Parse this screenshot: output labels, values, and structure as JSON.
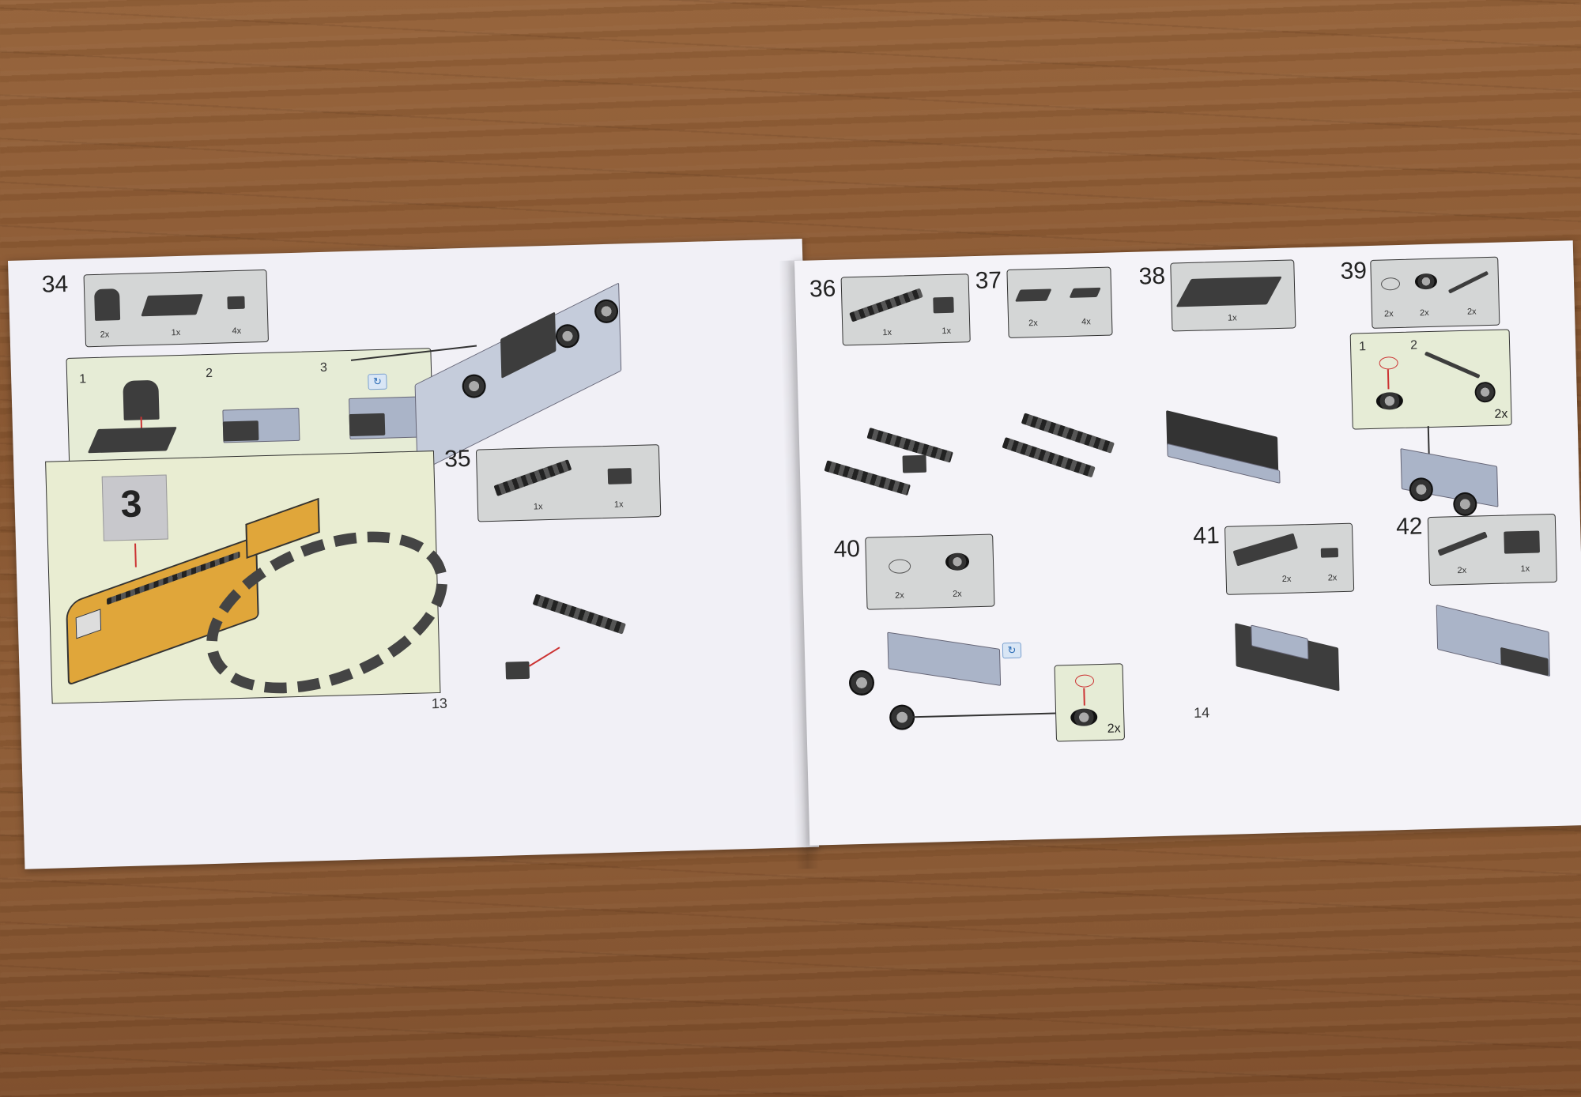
{
  "left_page": {
    "page_number": "13",
    "step_34": {
      "number": "34",
      "parts": [
        {
          "qty": "2x"
        },
        {
          "qty": "1x"
        },
        {
          "qty": "4x"
        }
      ],
      "substeps": [
        "1",
        "2",
        "3"
      ]
    },
    "step_35": {
      "number": "35",
      "parts": [
        {
          "qty": "1x"
        },
        {
          "qty": "1x"
        }
      ]
    },
    "bag_panel": {
      "bag_number": "3"
    }
  },
  "right_page": {
    "page_number": "14",
    "step_36": {
      "number": "36",
      "parts": [
        {
          "qty": "1x"
        },
        {
          "qty": "1x"
        }
      ]
    },
    "step_37": {
      "number": "37",
      "parts": [
        {
          "qty": "2x"
        },
        {
          "qty": "4x"
        }
      ]
    },
    "step_38": {
      "number": "38",
      "parts": [
        {
          "qty": "1x"
        }
      ]
    },
    "step_39": {
      "number": "39",
      "parts": [
        {
          "qty": "2x"
        },
        {
          "qty": "2x"
        },
        {
          "qty": "2x"
        }
      ],
      "substeps": [
        "1",
        "2"
      ],
      "sub_multiplier": "2x"
    },
    "step_40": {
      "number": "40",
      "parts": [
        {
          "qty": "2x"
        },
        {
          "qty": "2x"
        }
      ],
      "sub_multiplier": "2x"
    },
    "step_41": {
      "number": "41",
      "parts": [
        {
          "qty": "2x"
        },
        {
          "qty": "2x"
        }
      ]
    },
    "step_42": {
      "number": "42",
      "parts": [
        {
          "qty": "2x"
        },
        {
          "qty": "1x"
        }
      ]
    }
  },
  "colors": {
    "page": "#f1f0f6",
    "table_wood": "#8a5a32",
    "part_box": "#d4d6d6",
    "set_panel": "#e9edd2",
    "train_yellow": "#e0a63a",
    "arrow_red": "#cc3333"
  },
  "icons": [
    "rotate-icon",
    "arrow-icon"
  ]
}
